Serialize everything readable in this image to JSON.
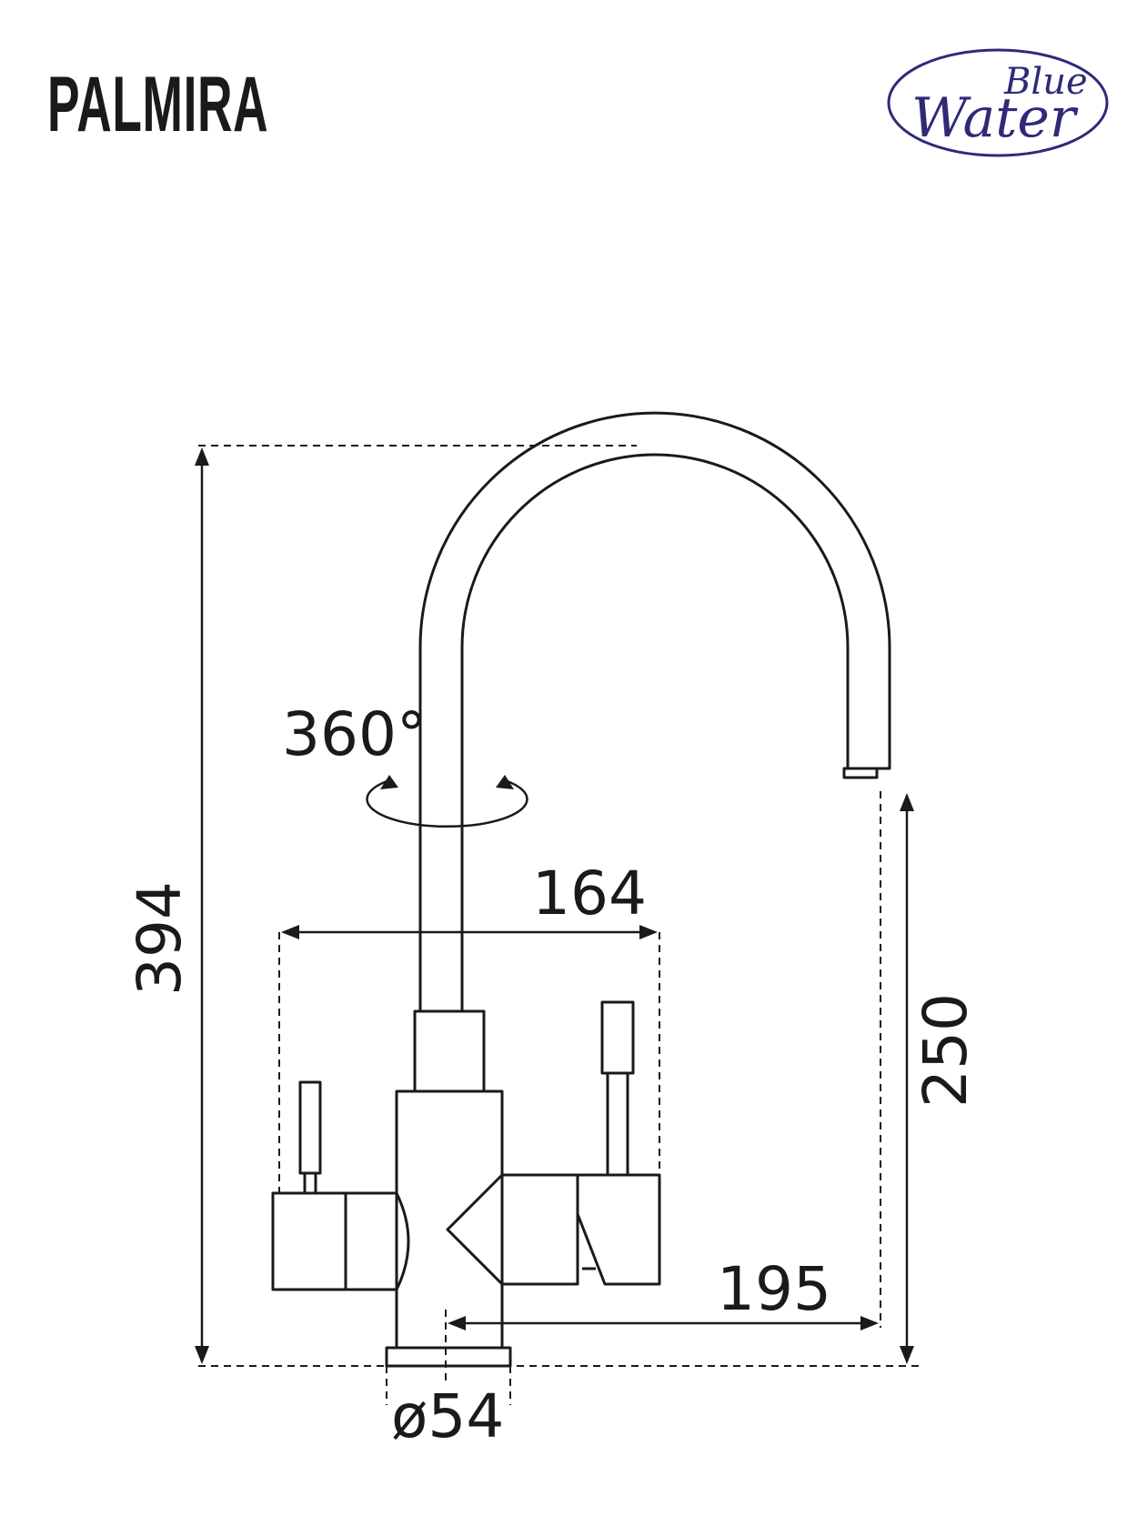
{
  "header": {
    "title": "PALMIRA"
  },
  "logo": {
    "line1": "Blue",
    "line2": "Water",
    "color": "#2f2a78"
  },
  "dimensions": {
    "total_height": "394",
    "handle_span": "164",
    "spout_height": "250",
    "spout_reach": "195",
    "base_diameter": "ø54",
    "rotation": "360°"
  },
  "colors": {
    "line": "#1a1a1a",
    "logo": "#2f2a78"
  }
}
